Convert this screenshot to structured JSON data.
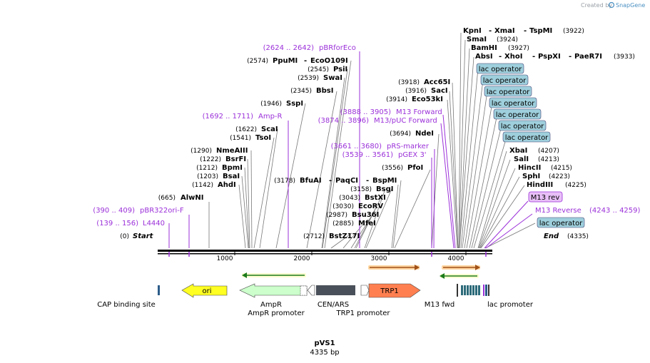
{
  "credit": {
    "prefix": "Created by",
    "brand": "SnapGene"
  },
  "plasmid": {
    "name": "pVS1",
    "length": "4335 bp"
  },
  "ticks": [
    "1000",
    "2000",
    "3000",
    "4000"
  ],
  "sites_left": [
    {
      "name": "Start",
      "pos": "(0)"
    },
    {
      "name": "L4440",
      "pos": "(139 .. 156)"
    },
    {
      "name": "pBR322ori-F",
      "pos": "(390 .. 409)"
    },
    {
      "name": "AlwNI",
      "pos": "(665)"
    },
    {
      "name": "AhdI",
      "pos": "(1142)"
    },
    {
      "name": "BsaI",
      "pos": "(1203)"
    },
    {
      "name": "BpmI",
      "pos": "(1212)"
    },
    {
      "name": "BsrFI",
      "pos": "(1222)"
    },
    {
      "name": "NmeAIII",
      "pos": "(1290)"
    },
    {
      "name": "TsoI",
      "pos": "(1541)"
    },
    {
      "name": "ScaI",
      "pos": "(1622)"
    },
    {
      "name": "Amp-R",
      "pos": "(1692 .. 1711)"
    },
    {
      "name": "SspI",
      "pos": "(1946)"
    },
    {
      "name": "BbsI",
      "pos": "(2345)"
    },
    {
      "name": "SwaI",
      "pos": "(2539)"
    },
    {
      "name": "PsiI",
      "pos": "(2545)"
    },
    {
      "name": "PpuMI",
      "pos": "(2574)"
    },
    {
      "name": "EcoO109I",
      "pos": ""
    },
    {
      "name": "pBRforEco",
      "pos": "(2624 .. 2642)"
    }
  ],
  "sites_mid": [
    {
      "name": "BstZ17I",
      "pos": "(2712)"
    },
    {
      "name": "MfeI",
      "pos": "(2885)"
    },
    {
      "name": "Bsu36I",
      "pos": "(2987)"
    },
    {
      "name": "EcoRV",
      "pos": "(3030)"
    },
    {
      "name": "BstXI",
      "pos": "(3043)"
    },
    {
      "name": "BsgI",
      "pos": "(3158)"
    },
    {
      "name": "BfuAI",
      "pos": "(3178)"
    },
    {
      "name": "PaqCI",
      "pos": ""
    },
    {
      "name": "BspMI",
      "pos": ""
    },
    {
      "name": "PfoI",
      "pos": "(3556)"
    },
    {
      "name": "pGEX 3'",
      "pos": "(3539 .. 3561)"
    },
    {
      "name": "pRS-marker",
      "pos": "(3661 .. 3680)"
    },
    {
      "name": "NdeI",
      "pos": "(3694)"
    },
    {
      "name": "M13/pUC Forward",
      "pos": "(3874 .. 3896)"
    },
    {
      "name": "M13 Forward",
      "pos": "(3888 .. 3905)"
    },
    {
      "name": "Eco53kI",
      "pos": "(3914)"
    },
    {
      "name": "SacI",
      "pos": "(3916)"
    },
    {
      "name": "Acc65I",
      "pos": "(3918)"
    }
  ],
  "sites_top": [
    {
      "name": "KpnI",
      "pos": ""
    },
    {
      "name": "XmaI",
      "pos": ""
    },
    {
      "name": "TspMI",
      "pos": "(3922)"
    },
    {
      "name": "SmaI",
      "pos": "(3924)"
    },
    {
      "name": "BamHI",
      "pos": "(3927)"
    },
    {
      "name": "AbsI",
      "pos": ""
    },
    {
      "name": "XhoI",
      "pos": ""
    },
    {
      "name": "PspXI",
      "pos": ""
    },
    {
      "name": "PaeR7I",
      "pos": "(3933)"
    }
  ],
  "sites_right": [
    {
      "name": "XbaI",
      "pos": "(4207)"
    },
    {
      "name": "SalI",
      "pos": "(4213)"
    },
    {
      "name": "HincII",
      "pos": "(4215)"
    },
    {
      "name": "SphI",
      "pos": "(4223)"
    },
    {
      "name": "HindIII",
      "pos": "(4225)"
    },
    {
      "name": "M13 rev",
      "pos": ""
    },
    {
      "name": "M13 Reverse",
      "pos": "(4243 .. 4259)"
    },
    {
      "name": "lac operator",
      "pos": ""
    },
    {
      "name": "End",
      "pos": "(4335)"
    }
  ],
  "lac_operator_label": "lac operator",
  "features": {
    "ori": "ori",
    "trp1": "TRP1",
    "cap": "CAP binding site",
    "ampr": "AmpR",
    "ampr_prom": "AmpR promoter",
    "cen": "CEN/ARS",
    "trp1_prom": "TRP1 promoter",
    "m13fwd": "M13 fwd",
    "lacprom": "lac promoter"
  },
  "colors": {
    "primer": "#9b30d9",
    "ori": "#ffff22",
    "ampr": "#ccffcc",
    "trp1": "#ff7f50",
    "cen": "#4a5059",
    "lac_box": "#9ecfdc",
    "m13_box": "#e8bff7"
  }
}
